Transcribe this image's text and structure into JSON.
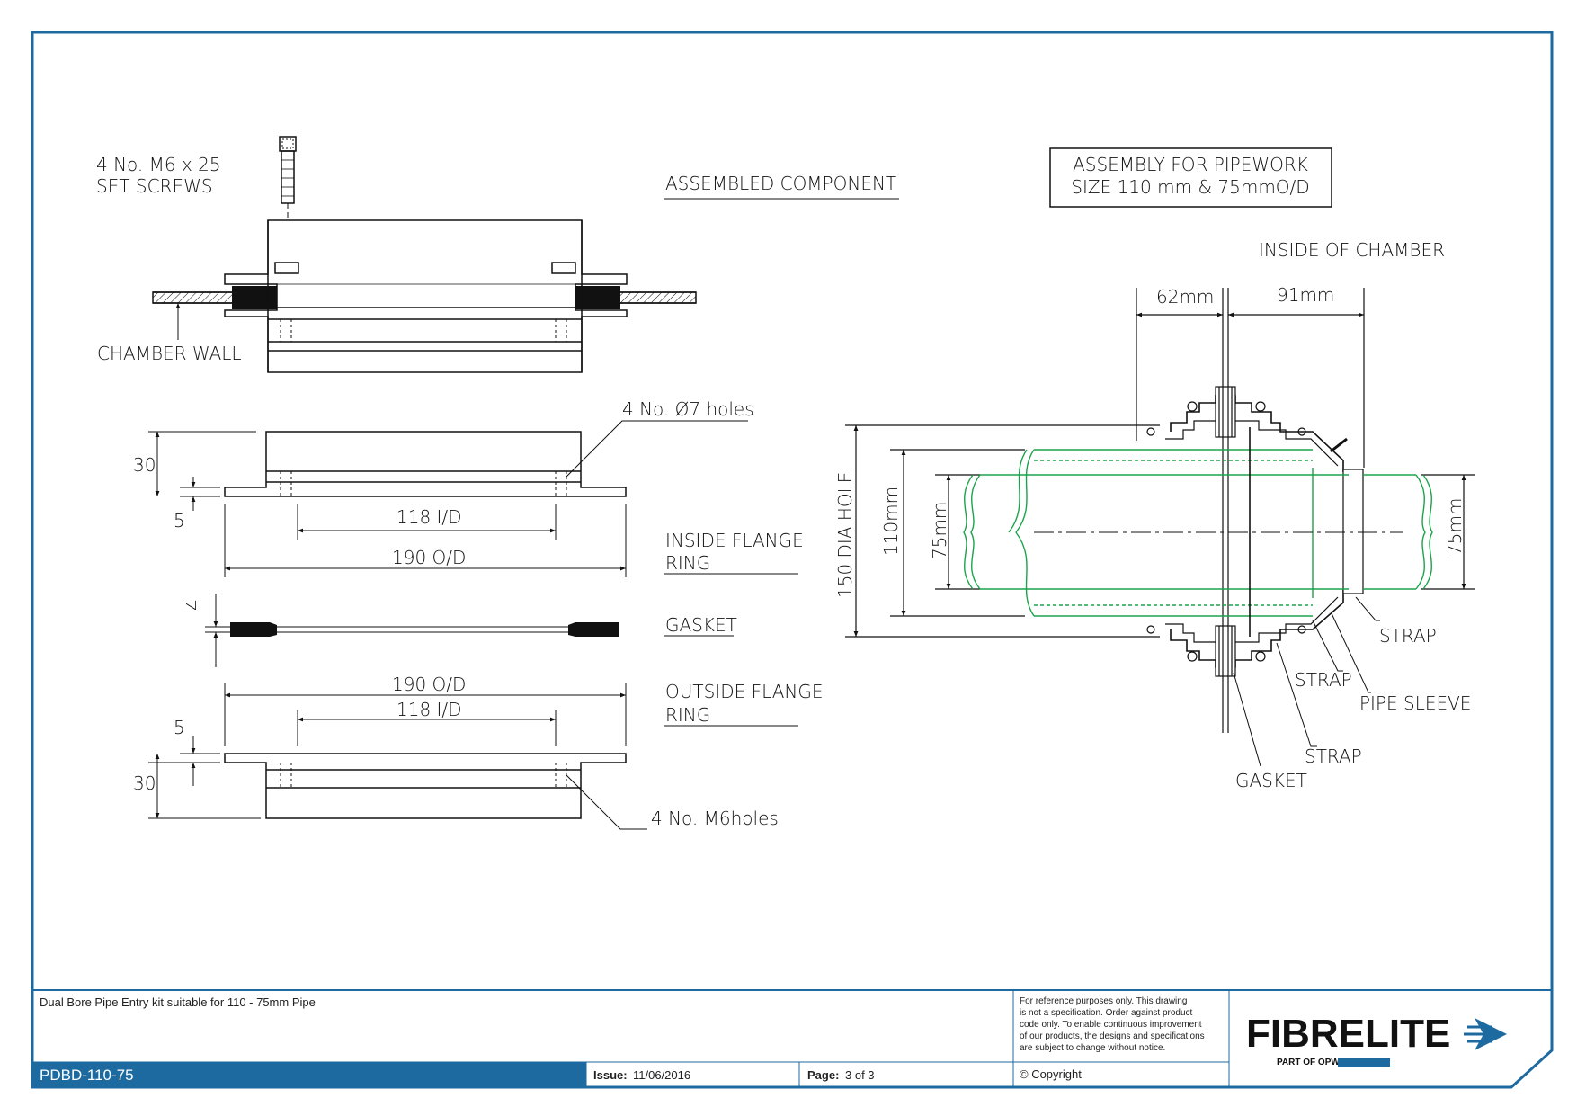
{
  "drawing": {
    "left_labels": {
      "set_screws_line1": "4 No. M6 x 25",
      "set_screws_line2": "SET SCREWS",
      "chamber_wall": "CHAMBER WALL",
      "holes_7": "4 No. Ø7 holes",
      "holes_m6": "4 No. M6holes"
    },
    "section_titles": {
      "assembled": "ASSEMBLED COMPONENT",
      "inside_flange_line1": "INSIDE FLANGE",
      "inside_flange_line2": "RING",
      "gasket": "GASKET",
      "outside_flange_line1": "OUTSIDE FLANGE",
      "outside_flange_line2": "RING"
    },
    "dimensions": {
      "height_30_top": "30",
      "height_5_top": "5",
      "id_118_top": "118 I/D",
      "od_190_top": "190 O/D",
      "gasket_4": "4",
      "od_190_bottom": "190 O/D",
      "id_118_bottom": "118 I/D",
      "height_5_bottom": "5",
      "height_30_bottom": "30"
    },
    "assembly": {
      "box_line1": "ASSEMBLY FOR PIPEWORK",
      "box_line2": "SIZE 110 mm & 75mmO/D",
      "inside_chamber": "INSIDE OF CHAMBER",
      "dim_62": "62mm",
      "dim_91": "91mm",
      "dia_hole": "150 DIA HOLE",
      "dia_110": "110mm",
      "dia_75_left": "75mm",
      "dia_75_right": "75mm",
      "strap_1": "STRAP",
      "strap_2": "STRAP",
      "pipe_sleeve": "PIPE SLEEVE",
      "strap_3": "STRAP",
      "gasket": "GASKET"
    }
  },
  "title_block": {
    "description": "Dual Bore Pipe Entry kit suitable for 110 - 75mm Pipe",
    "disclaimer": [
      "For reference purposes only. This drawing",
      "is not a specification. Order against product",
      "code only.  To enable continuous improvement",
      "of our products, the designs and specifications",
      "are subject to change without notice."
    ],
    "part_code": "PDBD-110-75",
    "issue_label": "Issue:",
    "issue_value": "11/06/2016",
    "page_label": "Page:",
    "page_value": "3 of 3",
    "copyright": "© Copyright",
    "brand": "FIBRELITE",
    "brand_tagline": "PART OF OPW"
  },
  "colors": {
    "frame": "#1c6aa0",
    "titlebar": "#1c6aa0",
    "pipe": "#1aa34a",
    "ink": "#111111",
    "brand_blue": "#1c6aa0"
  }
}
